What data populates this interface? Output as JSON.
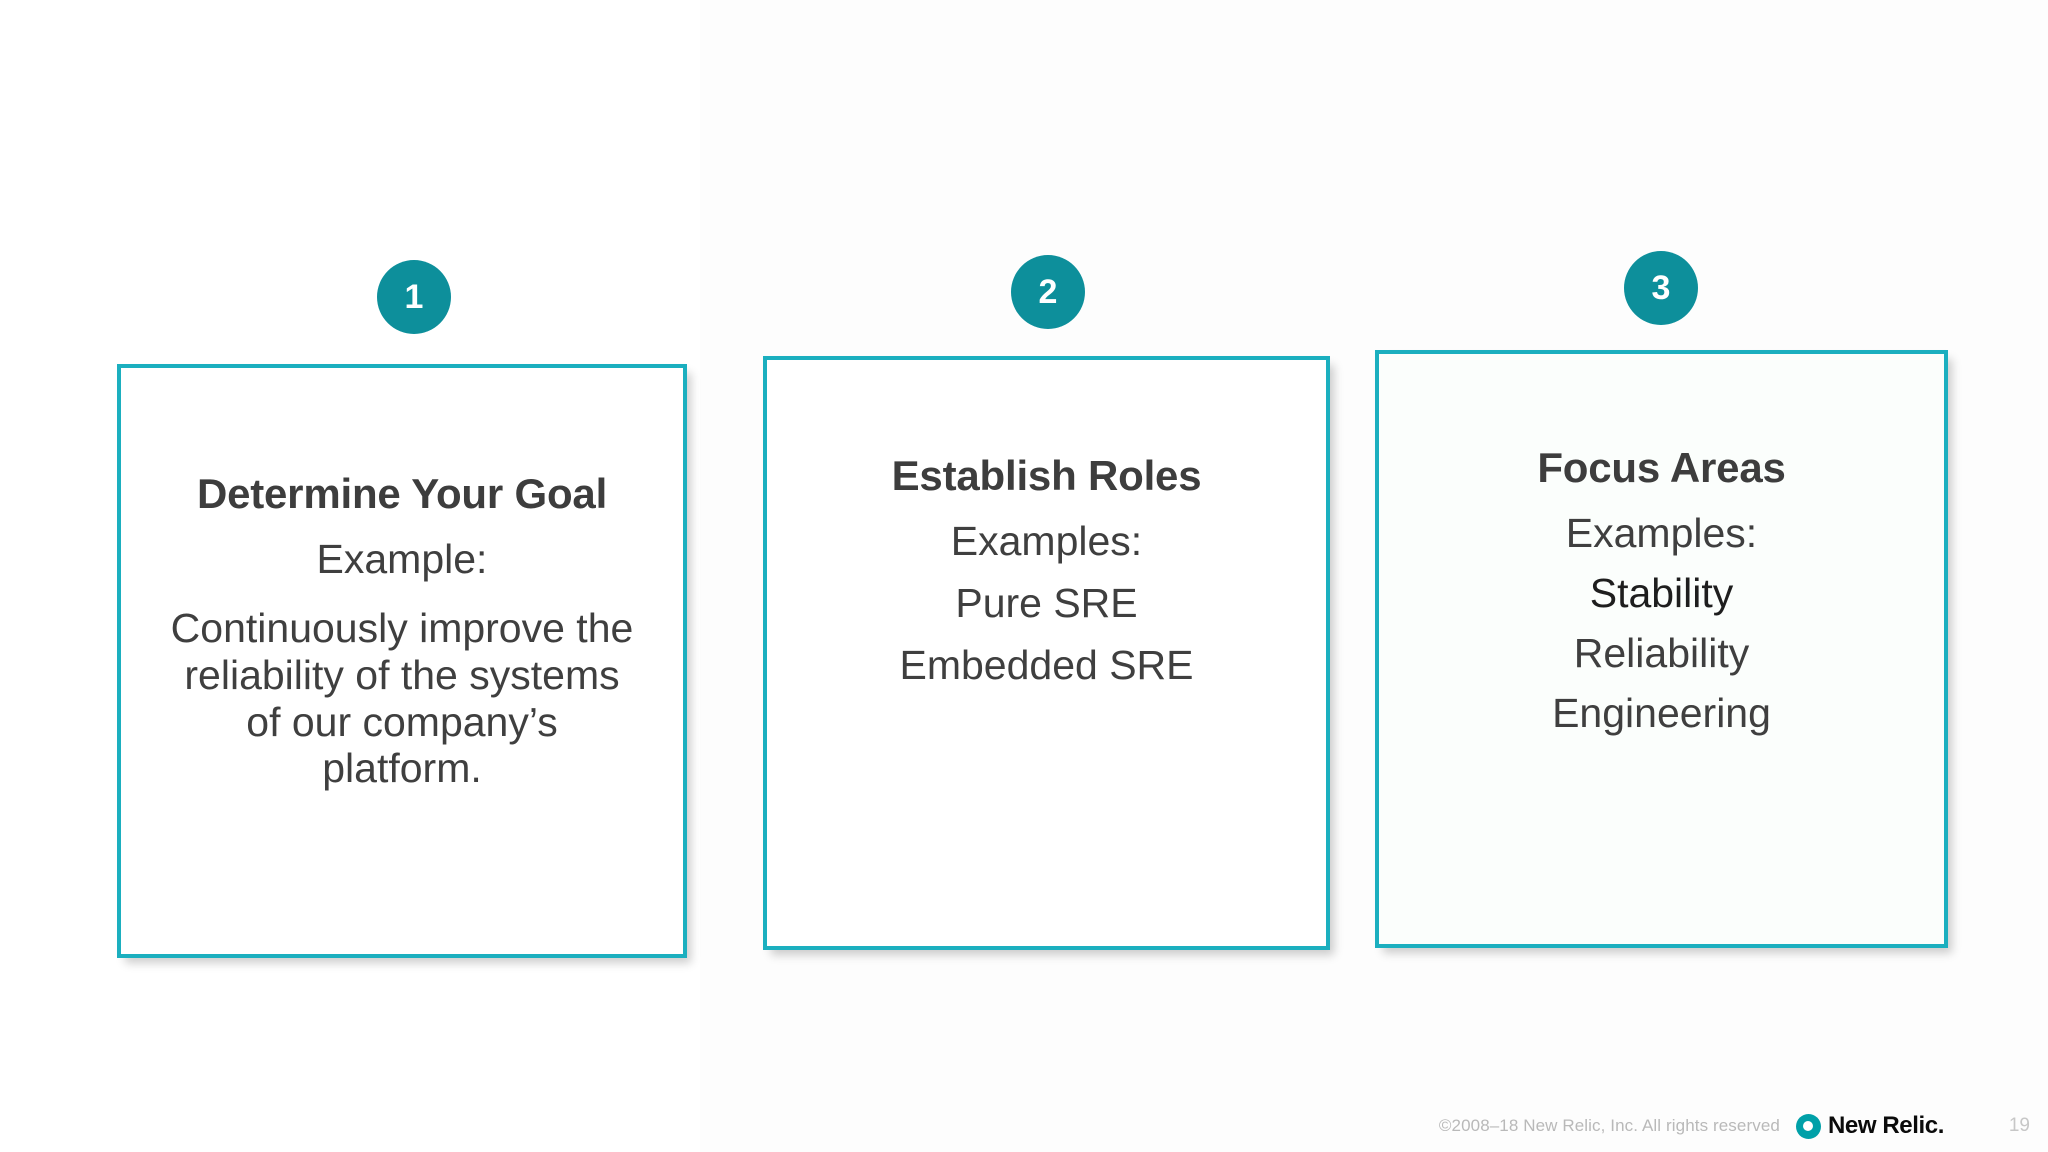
{
  "slide": {
    "accent_color": "#1bafbf",
    "badge_color": "#0d8f9b",
    "text_color": "#3f3f3f"
  },
  "cards": [
    {
      "badge": "1",
      "title": "Determine Your Goal",
      "example_label": "Example:",
      "body": "Continuously improve the reliability of the systems of our company’s platform."
    },
    {
      "badge": "2",
      "title": "Establish Roles",
      "example_label": "Examples:",
      "items": [
        "Pure SRE",
        "Embedded SRE"
      ]
    },
    {
      "badge": "3",
      "title": "Focus Areas",
      "example_label": "Examples:",
      "items": [
        "Stability",
        "Reliability",
        "Engineering"
      ]
    }
  ],
  "footer": {
    "copyright": "©2008–18 New Relic, Inc. All rights reserved",
    "brand_name": "New Relic.",
    "brand_mark_icon": "new-relic-donut-icon",
    "page_number": "19"
  }
}
